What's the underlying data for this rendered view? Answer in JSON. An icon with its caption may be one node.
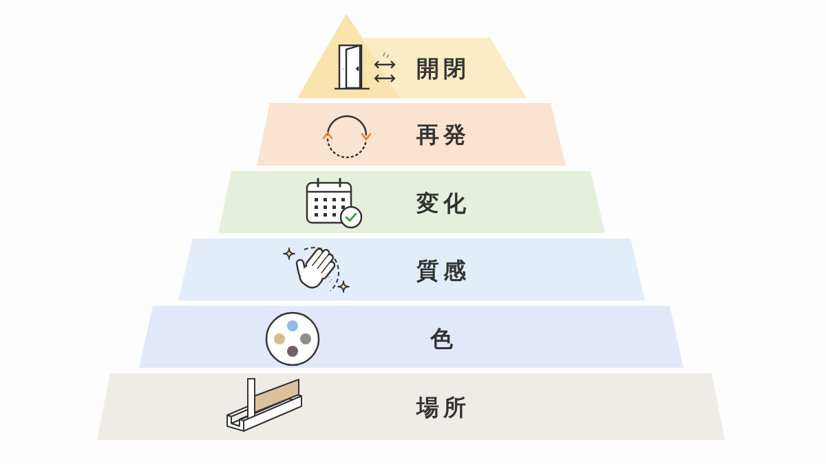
{
  "diagram": {
    "nodes": [
      {
        "text": [
          "開閉"
        ]
      },
      {
        "text": [
          "再発"
        ]
      },
      {
        "text": [
          "変化"
        ]
      },
      {
        "text": [
          "質感"
        ]
      },
      {
        "text": [
          "色"
        ]
      },
      {
        "text": [
          "場所"
        ]
      }
    ]
  }
}
